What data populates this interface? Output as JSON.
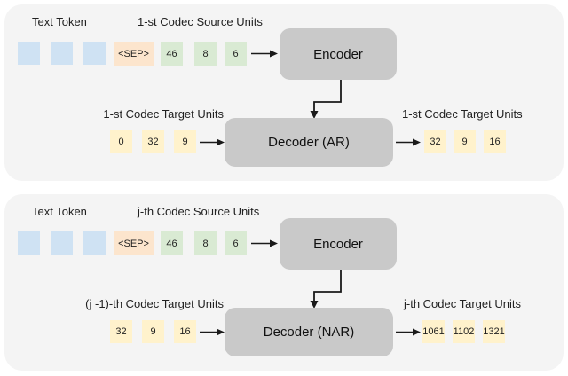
{
  "colors": {
    "panel_bg": "#f4f4f4",
    "block_gray": "#c9c9c9",
    "text_token_blue": "#cfe2f3",
    "sep_orange": "#fce5cd",
    "source_green": "#d9ead3",
    "target_yellow": "#fff2cc",
    "arrow": "#1a1a1a"
  },
  "panels": [
    {
      "text_token_label": "Text Token",
      "source_units_label": "1-st Codec Source Units",
      "sep_token": "<SEP>",
      "source_tokens": [
        "46",
        "8",
        "6"
      ],
      "encoder_label": "Encoder",
      "decoder_label": "Decoder (AR)",
      "target_input_label": "1-st Codec Target Units",
      "target_input_tokens": [
        "0",
        "32",
        "9"
      ],
      "target_output_label": "1-st Codec Target Units",
      "target_output_tokens": [
        "32",
        "9",
        "16"
      ]
    },
    {
      "text_token_label": "Text Token",
      "source_units_label": "j-th Codec Source Units",
      "sep_token": "<SEP>",
      "source_tokens": [
        "46",
        "8",
        "6"
      ],
      "encoder_label": "Encoder",
      "decoder_label": "Decoder (NAR)",
      "target_input_label": "(j -1)-th Codec Target Units",
      "target_input_tokens": [
        "32",
        "9",
        "16"
      ],
      "target_output_label": "j-th Codec Target Units",
      "target_output_tokens": [
        "1061",
        "1102",
        "1321"
      ]
    }
  ]
}
